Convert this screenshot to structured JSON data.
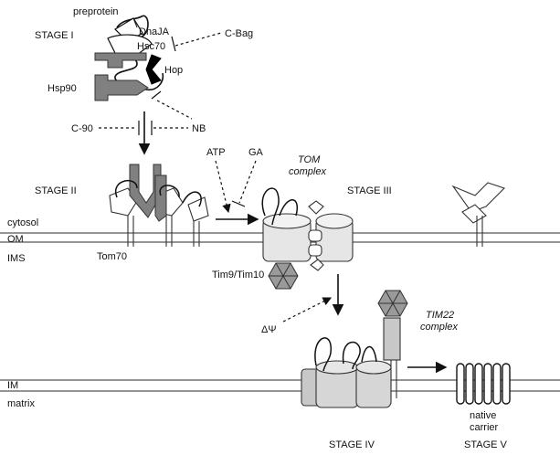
{
  "labels": {
    "preprotein": "preprotein",
    "stage1": "STAGE I",
    "dnaja": "DnaJA",
    "hsc70": "Hsc70",
    "cbag": "C-Bag",
    "hop": "Hop",
    "hsp90": "Hsp90",
    "c90": "C-90",
    "nb": "NB",
    "atp": "ATP",
    "ga": "GA",
    "tom_line1": "TOM",
    "tom_line2": "complex",
    "stage2": "STAGE II",
    "stage3": "STAGE III",
    "cytosol": "cytosol",
    "om": "OM",
    "ims": "IMS",
    "tom70": "Tom70",
    "tim9": "Tim9/Tim10",
    "psi": "ΔΨ",
    "tim22_line1": "TIM22",
    "tim22_line2": "complex",
    "im": "IM",
    "matrix": "matrix",
    "native_line1": "native",
    "native_line2": "carrier",
    "stage4": "STAGE IV",
    "stage5": "STAGE V"
  },
  "colors": {
    "chaperone_gray": "#808080",
    "complex_light": "#e6e6e6",
    "complex_mid": "#c8c8c8",
    "tim_hexagon": "#9a9a9a",
    "hop_black": "#000000"
  }
}
